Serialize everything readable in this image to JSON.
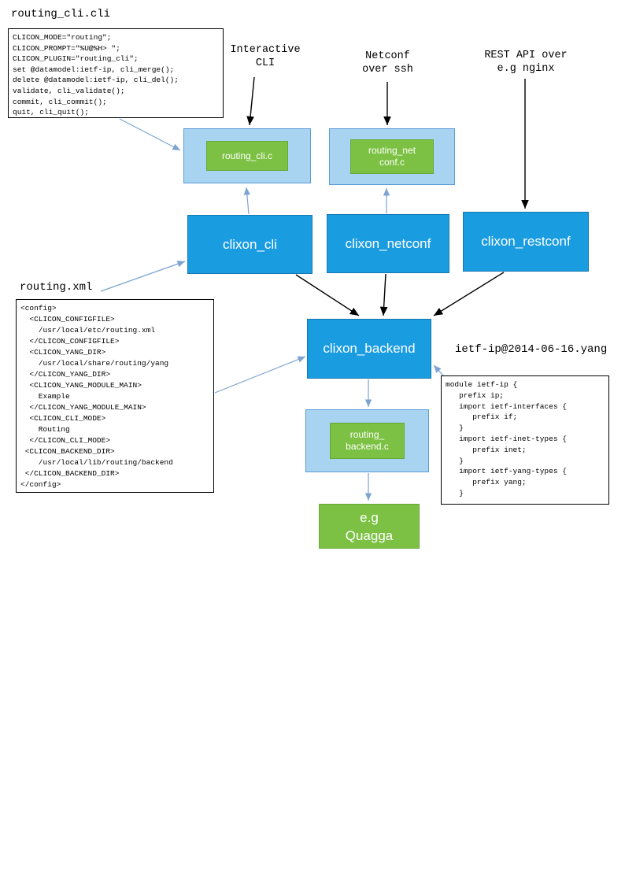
{
  "diagram": {
    "colors": {
      "process_blue": "#1a9de0",
      "plugin_panel_blue": "#a8d4f2",
      "plugin_green": "#7cc143",
      "arrow_black": "#000000",
      "arrow_blue": "#7da3d1"
    },
    "files": {
      "cli_spec": {
        "title": "routing_cli.cli",
        "code": "CLICON_MODE=\"routing\";\nCLICON_PROMPT=\"%U@%H> \";\nCLICON_PLUGIN=\"routing_cli\";\nset @datamodel:ietf-ip, cli_merge();\ndelete @datamodel:ietf-ip, cli_del();\nvalidate, cli_validate();\ncommit, cli_commit();\nquit, cli_quit();"
      },
      "config_xml": {
        "title": "routing.xml",
        "code": "<config>\n  <CLICON_CONFIGFILE>\n    /usr/local/etc/routing.xml\n  </CLICON_CONFIGFILE>\n  <CLICON_YANG_DIR>\n    /usr/local/share/routing/yang\n  </CLICON_YANG_DIR>\n  <CLICON_YANG_MODULE_MAIN>\n    Example\n  </CLICON_YANG_MODULE_MAIN>\n  <CLICON_CLI_MODE>\n    Routing\n  </CLICON_CLI_MODE>\n <CLICON_BACKEND_DIR>\n    /usr/local/lib/routing/backend\n </CLICON_BACKEND_DIR>\n</config>"
      },
      "yang_module": {
        "title": "ietf-ip@2014-06-16.yang",
        "code": "module ietf-ip {\n   prefix ip;\n   import ietf-interfaces {\n      prefix if;\n   }\n   import ietf-inet-types {\n      prefix inet;\n   }\n   import ietf-yang-types {\n      prefix yang;\n   }"
      }
    },
    "annotations": {
      "interactive_cli": "Interactive\nCLI",
      "netconf_ssh": "Netconf\nover ssh",
      "rest_api": "REST API over\ne.g nginx"
    },
    "nodes": {
      "routing_cli_plugin": "routing_cli.c",
      "routing_netconf_plugin": "routing_net\nconf.c",
      "clixon_cli": "clixon_cli",
      "clixon_netconf": "clixon_netconf",
      "clixon_restconf": "clixon_restconf",
      "clixon_backend": "clixon_backend",
      "routing_backend_plugin": "routing_\nbackend.c",
      "quagga": "e.g\nQuagga"
    }
  }
}
